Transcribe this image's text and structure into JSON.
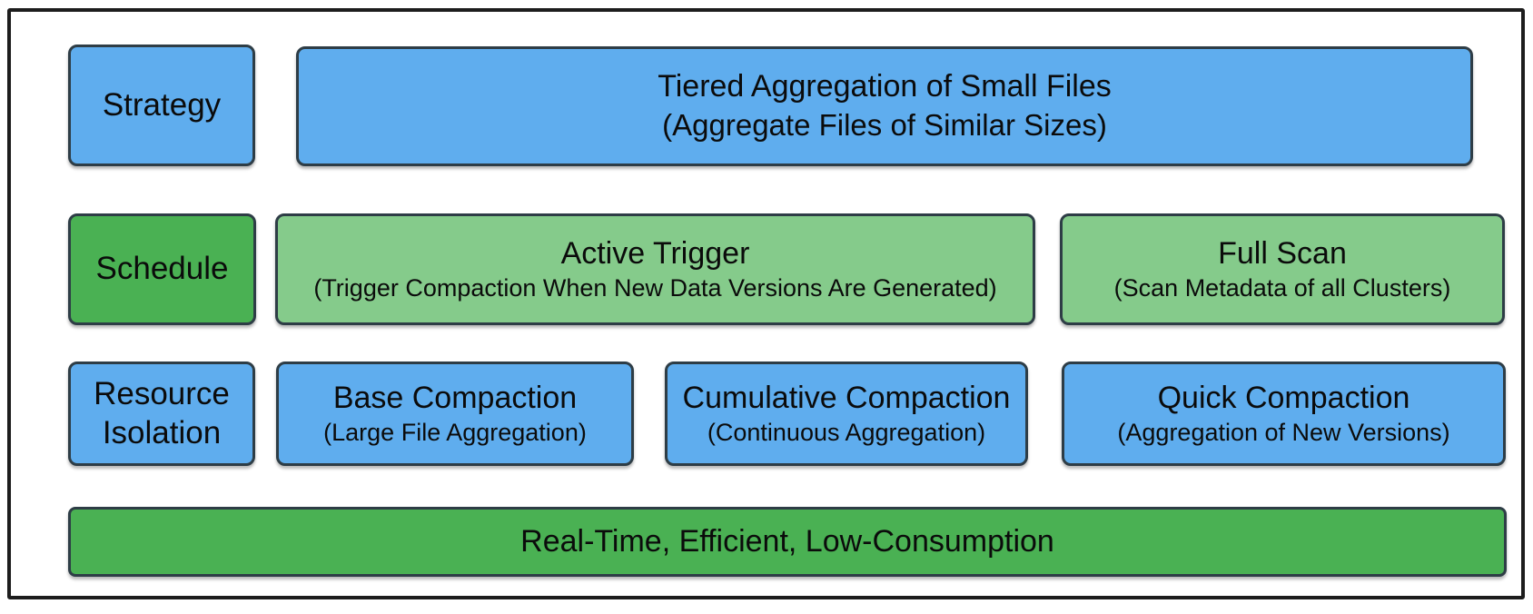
{
  "diagram": {
    "rows": [
      {
        "label": "Strategy",
        "boxes": [
          {
            "title": "Tiered Aggregation of Small Files",
            "subtitle": "(Aggregate Files of Similar Sizes)"
          }
        ]
      },
      {
        "label": "Schedule",
        "boxes": [
          {
            "title": "Active Trigger",
            "subtitle": "(Trigger Compaction When New Data Versions Are Generated)"
          },
          {
            "title": "Full Scan",
            "subtitle": "(Scan Metadata of all Clusters)"
          }
        ]
      },
      {
        "label": "Resource Isolation",
        "boxes": [
          {
            "title": "Base Compaction",
            "subtitle": "(Large File Aggregation)"
          },
          {
            "title": "Cumulative Compaction",
            "subtitle": "(Continuous Aggregation)"
          },
          {
            "title": "Quick Compaction",
            "subtitle": "(Aggregation of New Versions)"
          }
        ]
      }
    ],
    "footer": "Real-Time, Efficient, Low-Consumption",
    "colors": {
      "blue": "#5fadee",
      "green_dark": "#4ab153",
      "green_light": "#85cb8b",
      "box_border": "#2e3d46",
      "frame_border": "#1d1d1d",
      "text": "#0b0b0b",
      "background": "#ffffff"
    }
  }
}
